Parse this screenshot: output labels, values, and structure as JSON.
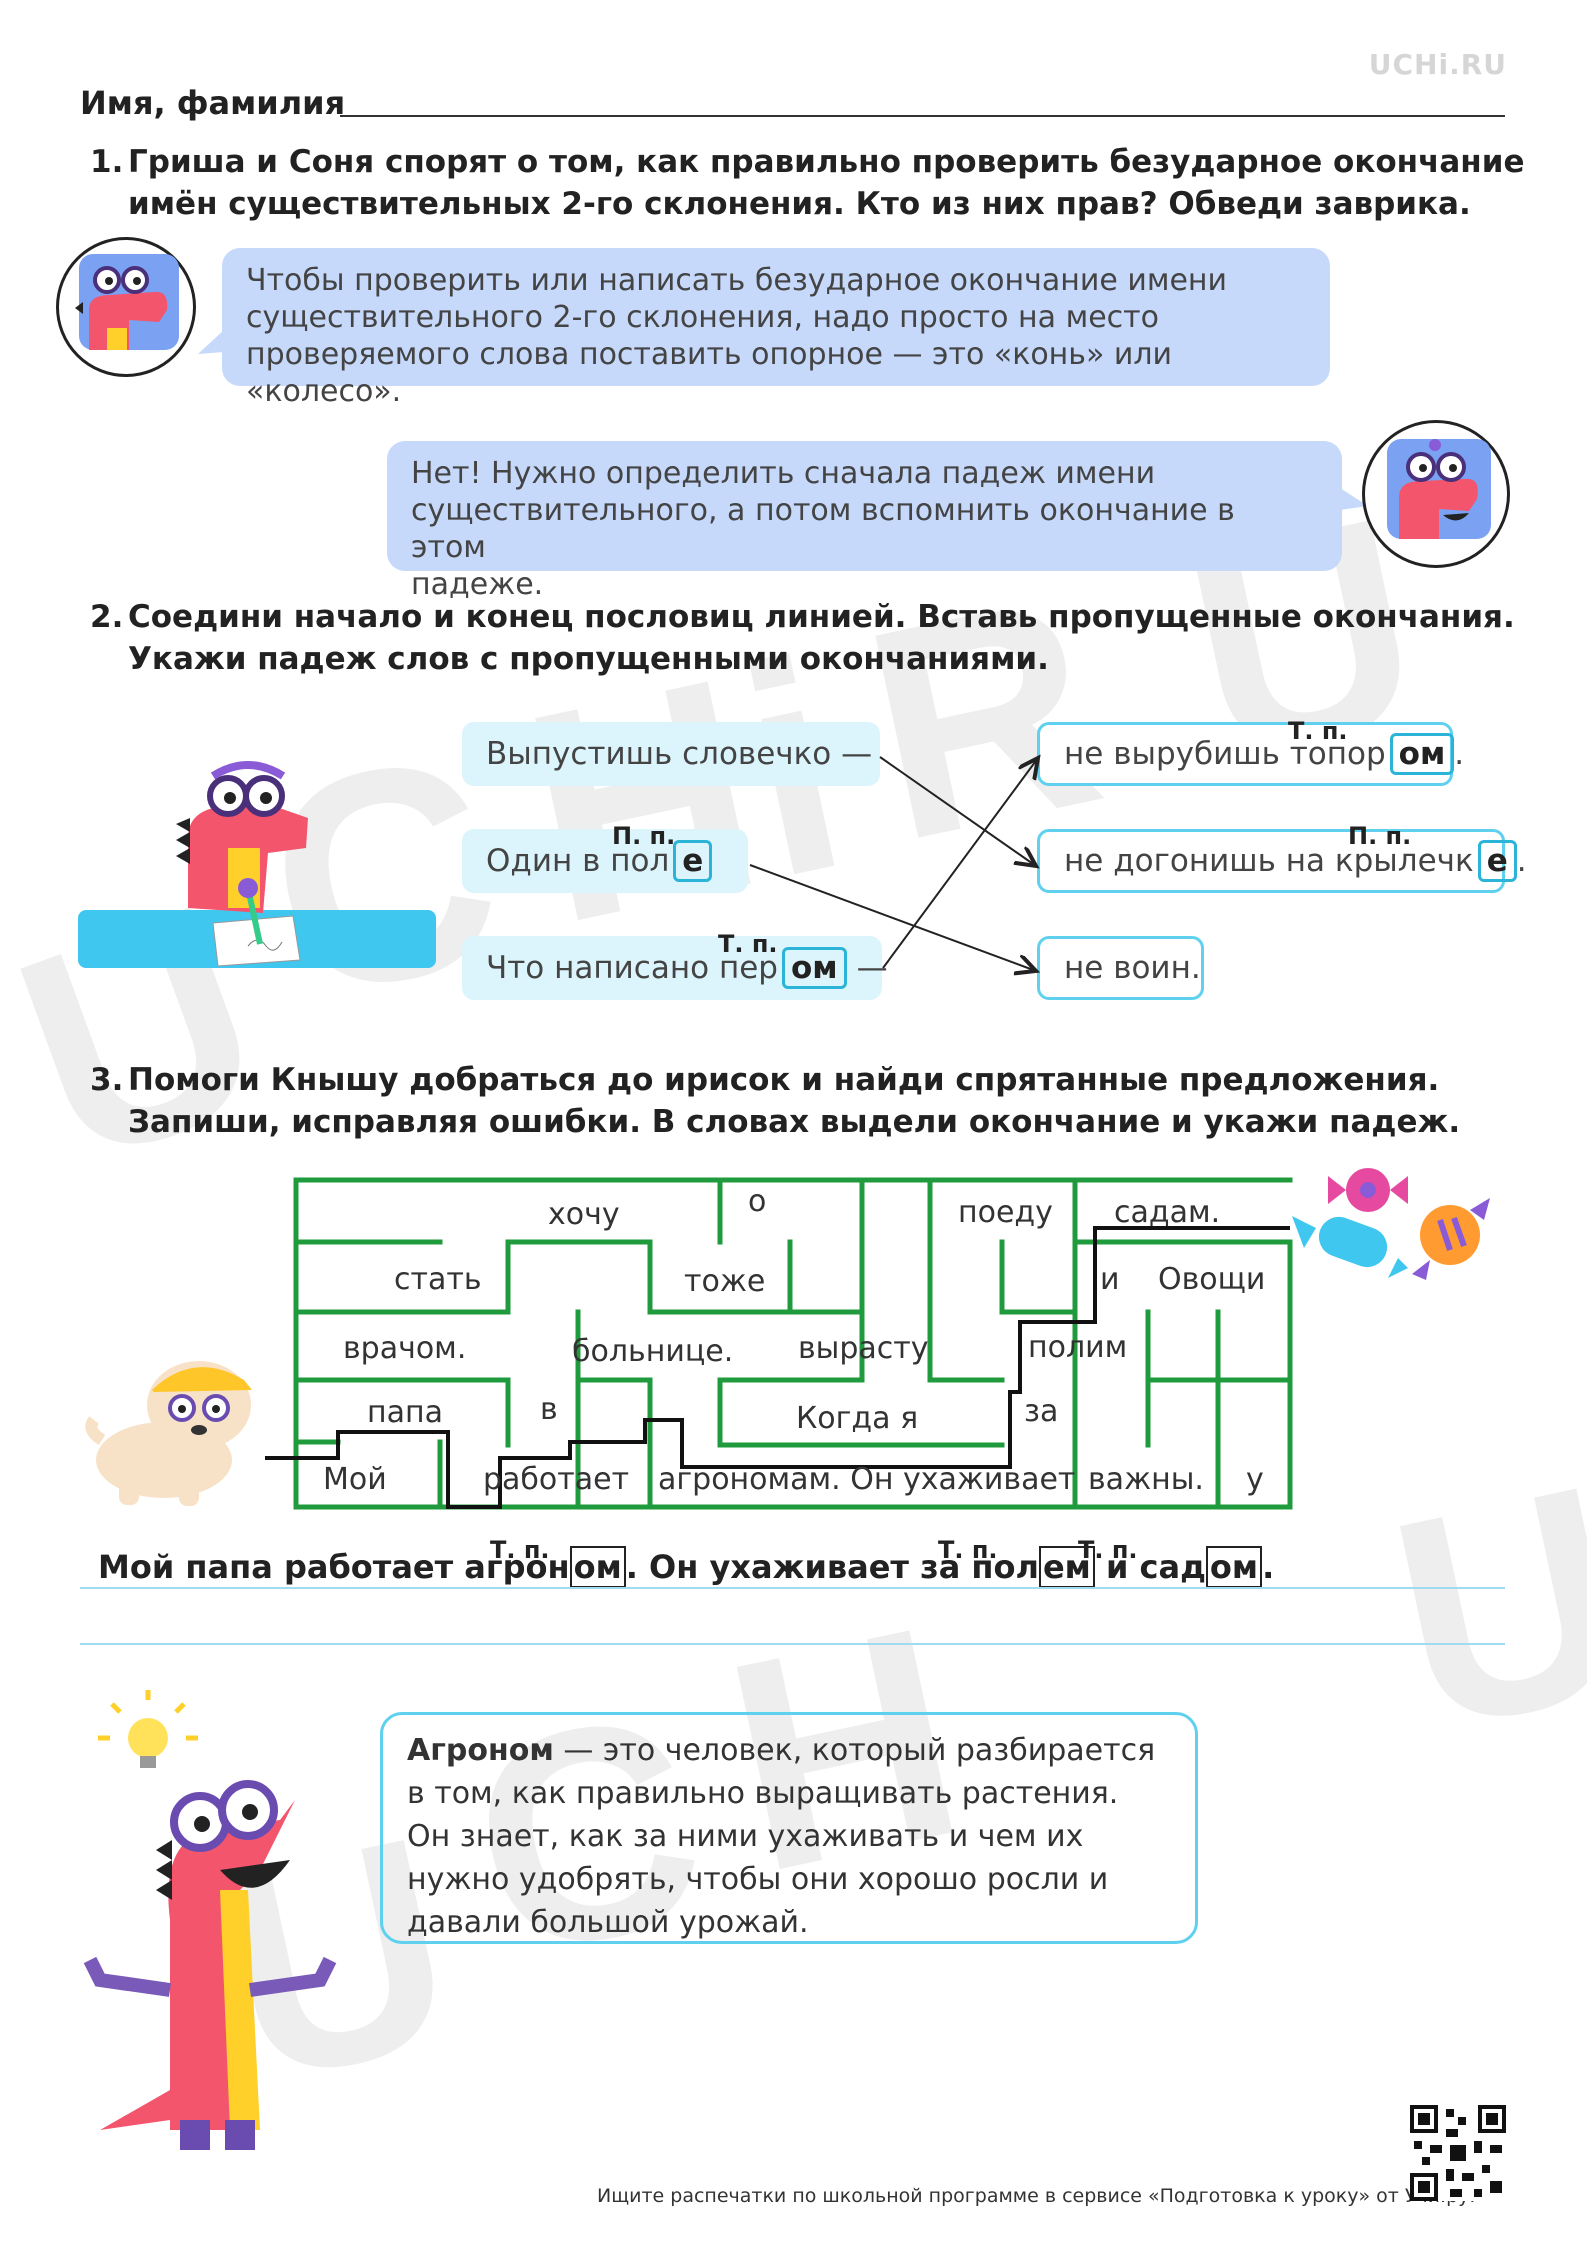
{
  "logo": "UCHi.RU",
  "name_label": "Имя, фамилия",
  "task1": {
    "number": "1.",
    "line1": "Гриша и Соня спорят о том, как правильно проверить безударное окончание",
    "line2": "имён существительных 2-го склонения. Кто из них прав? Обведи заврика.",
    "bubble1": [
      "Чтобы проверить или написать безударное окончание имени",
      "существительного 2-го склонения, надо просто на место",
      "проверяемого слова поставить опорное — это «конь» или «колесо»."
    ],
    "bubble2": [
      "Нет! Нужно определить сначала падеж имени",
      "существительного, а потом вспомнить окончание в этом",
      "падеже."
    ]
  },
  "task2": {
    "number": "2.",
    "line1": "Соедини начало и конец пословиц линией. Вставь пропущенные окончания.",
    "line2": "Укажи падеж слов с пропущенными окончаниями.",
    "left": [
      {
        "text": "Выпустишь словечко —",
        "ending": "",
        "case": "",
        "after": ""
      },
      {
        "text": "Один в пол",
        "ending": "е",
        "case": "П. п.",
        "after": ""
      },
      {
        "text": "Что написано пер",
        "ending": "ом",
        "case": "Т. п.",
        "after": "—"
      }
    ],
    "right": [
      {
        "text": "не вырубишь топор",
        "ending": "ом",
        "case": "Т. п.",
        "after": "."
      },
      {
        "text": "не догонишь на крылечк",
        "ending": "е",
        "case": "П. п.",
        "after": "."
      },
      {
        "text": "не воин.",
        "ending": "",
        "case": "",
        "after": ""
      }
    ],
    "colors": {
      "left_fill": "#dcf5fd",
      "right_border": "#5fd1ef"
    }
  },
  "task3": {
    "number": "3.",
    "line1": "Помоги Кнышу добраться до ирисок и найди спрятанные предложения.",
    "line2": "Запиши, исправляя ошибки. В словах выдели окончание и укажи падеж.",
    "maze_words": {
      "w1": "хочу",
      "w2": "о",
      "w3": "поеду",
      "w4": "садам.",
      "w5": "стать",
      "w6": "тоже",
      "w7": "и",
      "w8": "Овощи",
      "w9": "врачом.",
      "w10": "больнице.",
      "w11": "вырасту",
      "w12": "полим",
      "w13": "папа",
      "w14": "в",
      "w15": "Когда я",
      "w16": "за",
      "w17": "Мой",
      "w18": "работает",
      "w19": "агрономам. Он ухаживает",
      "w20": "важны.",
      "w21": "у"
    },
    "answer": {
      "p1": "Мой папа работает агрон",
      "e1": "ом",
      "c1": "Т. п.",
      "p2": ". Он ухаживает за пол",
      "e2": "ем",
      "c2": "Т. п.",
      "p3": " и сад",
      "e3": "ом",
      "c3": "Т. п.",
      "p4": "."
    },
    "maze_color": "#1f9a3c"
  },
  "info": {
    "term": "Агроном",
    "text": " — это человек, который разбирается в том, как правильно выращивать растения. Он знает, как за ними ухаживать и чем их нужно удобрять, чтобы они хорошо росли и давали большой урожай."
  },
  "footer": "Ищите распечатки по школьной программе в сервисе «Подготовка к уроку» от Учи.ру."
}
